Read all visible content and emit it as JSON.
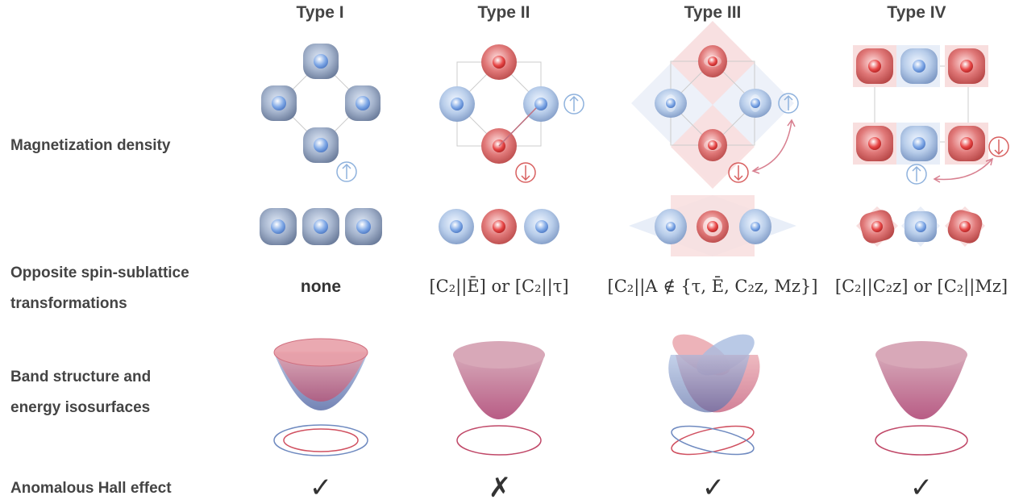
{
  "columns": [
    {
      "title": "Type I",
      "transformation": "none",
      "ahe": "✓"
    },
    {
      "title": "Type II",
      "transformation": "[C₂||Ē] or [C₂||τ]",
      "ahe": "✗"
    },
    {
      "title": "Type III",
      "transformation": "[C₂||A ∉ {τ, Ē, C₂z, Mz}]",
      "ahe": "✓"
    },
    {
      "title": "Type IV",
      "transformation": "[C₂||C₂z] or [C₂||Mz]",
      "ahe": "✓"
    }
  ],
  "rows": {
    "magnetization": "Magnetization density",
    "transform_line1": "Opposite spin-sublattice",
    "transform_line2": "transformations",
    "band_line1": "Band structure and",
    "band_line2": "energy isosurfaces",
    "ahe": "Anomalous Hall effect"
  },
  "colors": {
    "spin_up": "#8fb2dd",
    "spin_down": "#d86060",
    "neutral": "#8ea0c0",
    "band": "#c47a98"
  },
  "icons": [
    "arrow-up-icon",
    "arrow-down-icon",
    "check-icon",
    "cross-icon"
  ]
}
